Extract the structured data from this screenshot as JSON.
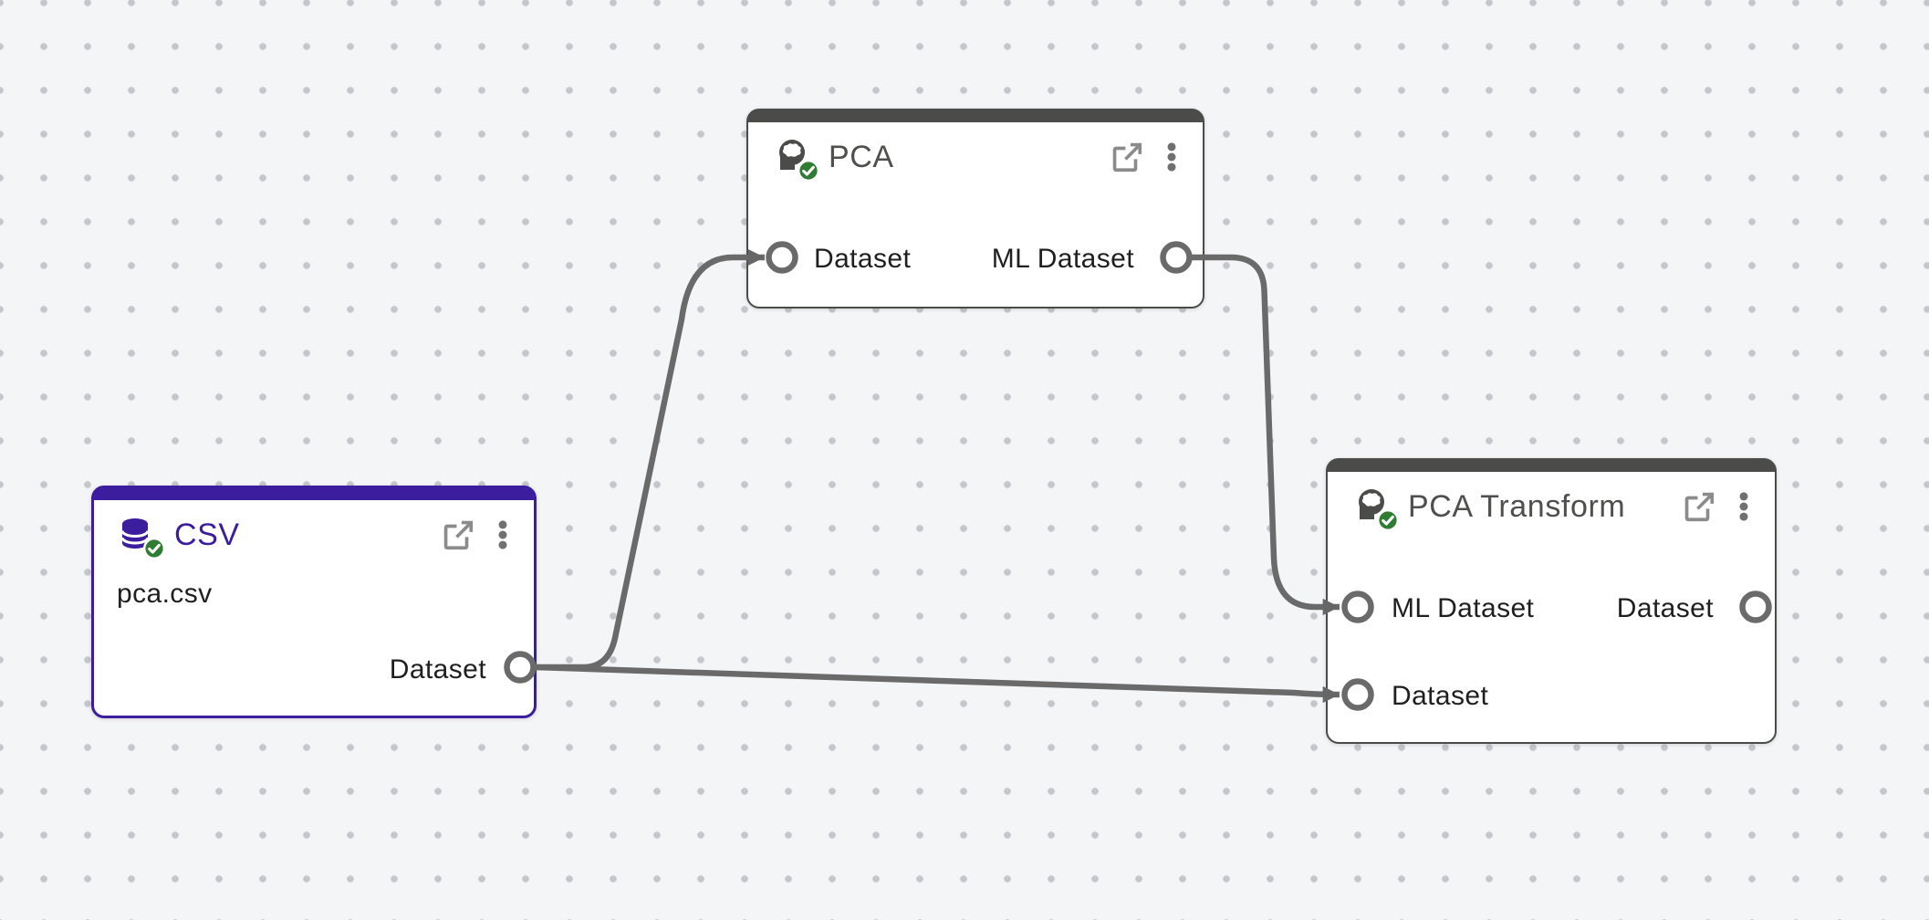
{
  "canvas": {
    "background_color": "#f4f5f7",
    "dot_color": "#c5c6cb",
    "edge_color": "#6a6a6a",
    "status_success_color": "#2e7d32"
  },
  "nodes": [
    {
      "title": "CSV",
      "icon": "database-icon",
      "status": "success",
      "selected": true,
      "accent_color": "#3b1d9e",
      "subtitle": "pca.csv",
      "inputs": [],
      "outputs": [
        {
          "label": "Dataset",
          "connected": true
        }
      ]
    },
    {
      "title": "PCA",
      "icon": "ml-model-icon",
      "status": "success",
      "selected": false,
      "accent_color": "#4b4b49",
      "inputs": [
        {
          "label": "Dataset",
          "connected": true
        }
      ],
      "outputs": [
        {
          "label": "ML Dataset",
          "connected": true
        }
      ]
    },
    {
      "title": "PCA Transform",
      "icon": "ml-model-icon",
      "status": "success",
      "selected": false,
      "accent_color": "#4b4b49",
      "inputs": [
        {
          "label": "ML Dataset",
          "connected": true
        },
        {
          "label": "Dataset",
          "connected": true
        }
      ],
      "outputs": [
        {
          "label": "Dataset",
          "connected": false
        }
      ]
    }
  ],
  "edges": [
    {
      "from": "CSV : Dataset",
      "to": "PCA : Dataset"
    },
    {
      "from": "PCA : ML Dataset",
      "to": "PCA Transform : ML Dataset"
    },
    {
      "from": "CSV : Dataset",
      "to": "PCA Transform : Dataset"
    }
  ]
}
